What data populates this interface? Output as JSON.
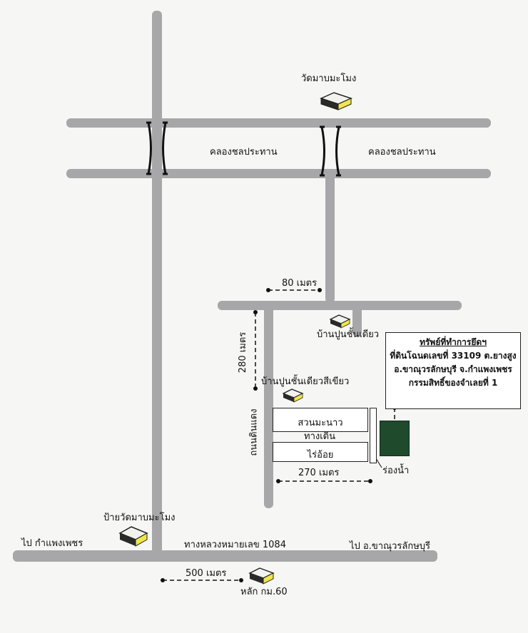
{
  "map": {
    "landmarks": {
      "temple": "วัดมาบมะโมง",
      "house_one_storey": "บ้านปูนชั้นเดียว",
      "house_green": "บ้านปูนชั้นเดียวสีเขียว",
      "temple_sign": "ป้ายวัดมาบมะโมง",
      "km_post": "หลัก กม.60"
    },
    "roads": {
      "canal_left": "คลองชลประทาน",
      "canal_right": "คลองชลประทาน",
      "dirt_road": "ถนนดินแดง",
      "highway": "ทางหลวงหมายเลข 1084",
      "to_left": "ไป กำแพงเพชร",
      "to_right": "ไป อ.ขาณุวรลักษบุรี"
    },
    "distances": {
      "d80": "80 เมตร",
      "d280": "280 เมตร",
      "d270": "270 เมตร",
      "d500": "500 เมตร"
    },
    "plots": {
      "lime_garden": "สวนมะนาว",
      "walkway": "ทางเดิน",
      "cane_field": "ไร่อ้อย",
      "ditch": "ร่องน้ำ"
    },
    "property": {
      "title": "ทรัพย์ที่ทำการยึดฯ",
      "line1": "ที่ดินโฉนดเลขที่ 33109 ต.ยางสูง",
      "line2": "อ.ขาณุวรลักษบุรี จ.กำแพงเพชร",
      "line3": "กรรมสิทธิ์ของจำเลยที่ 1"
    },
    "colors": {
      "road": "#a7a7aa",
      "property_parcel": "#1f4a2c",
      "landmark_box_top": "#f2f2ee",
      "landmark_box_side": "#f0e64a"
    }
  }
}
